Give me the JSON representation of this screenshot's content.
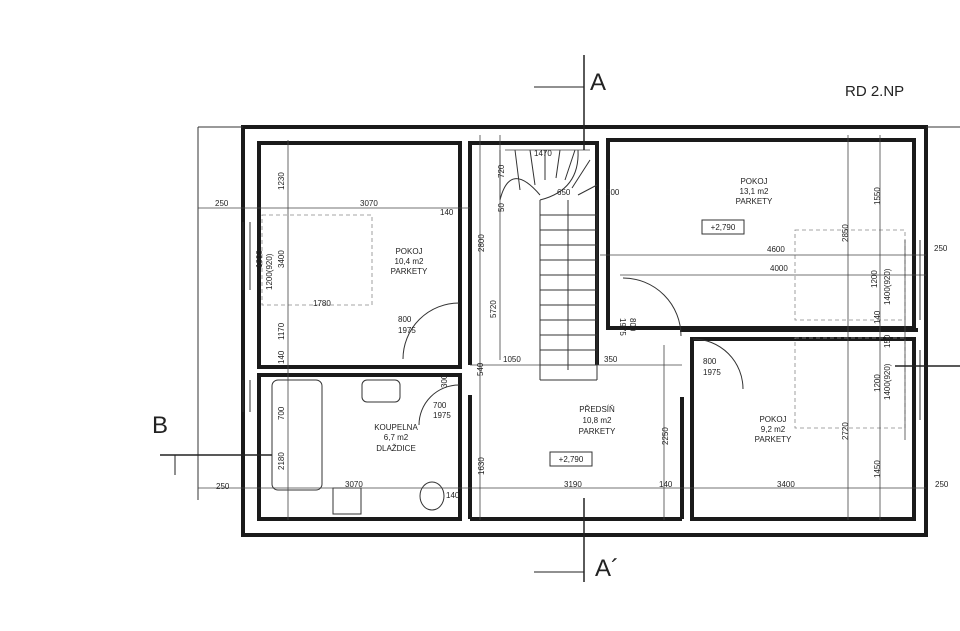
{
  "title": "RD 2.NP",
  "sections": {
    "a": "A",
    "a_prime": "A´",
    "b": "B"
  },
  "rooms": {
    "pokoj1": {
      "name": "POKOJ",
      "area": "10,4 m2",
      "floor": "PARKETY"
    },
    "pokoj2": {
      "name": "POKOJ",
      "area": "13,1 m2",
      "floor": "PARKETY"
    },
    "pokoj3": {
      "name": "POKOJ",
      "area": "9,2 m2",
      "floor": "PARKETY"
    },
    "koupelna": {
      "name": "KOUPELNA",
      "area": "6,7 m2",
      "floor": "DLAŽDICE"
    },
    "predsin": {
      "name": "PŘEDSÍŇ",
      "area": "10,8 m2",
      "floor": "PARKETY"
    }
  },
  "levels": {
    "pokoj2": "+2,790",
    "predsin": "+2,790"
  },
  "dims": {
    "d250_left_top": "250",
    "d3070_top": "3070",
    "d140_a": "140",
    "d1230": "1230",
    "d3400_left": "3400",
    "d1000": "1000",
    "d1200_920_left": "1200(920)",
    "d1780": "1780",
    "d1170": "1170",
    "d140_b": "140",
    "d2800": "2800",
    "d5720": "5720",
    "d1470": "1470",
    "d720": "720",
    "d650": "650",
    "d200": "200",
    "d50": "50",
    "d1550": "1550",
    "d2850": "2850",
    "d4600": "4600",
    "d4000": "4000",
    "d250_right_top": "250",
    "d1200_r": "1200",
    "d1400_920_r": "1400(920)",
    "d800_a": "800",
    "d1975_a": "1975",
    "d800_b": "800",
    "d1975_b": "1975",
    "d1050": "1050",
    "d350": "350",
    "d540": "540",
    "d300": "300",
    "d700_a": "700",
    "d1975_c": "1975",
    "d700_b": "700",
    "d2180": "2180",
    "d2250": "2250",
    "d1630": "1630",
    "d800_c": "800",
    "d1975_d": "1975",
    "d1200_r2": "1200",
    "d1400_920_r2": "1400(920)",
    "d2720": "2720",
    "d1450": "1450",
    "d250_left_bot": "250",
    "d3070_bot": "3070",
    "d140_c": "140",
    "d3190": "3190",
    "d140_d": "140",
    "d3400_bot": "3400",
    "d250_right_bot": "250",
    "d150": "150",
    "d140_e": "140"
  }
}
